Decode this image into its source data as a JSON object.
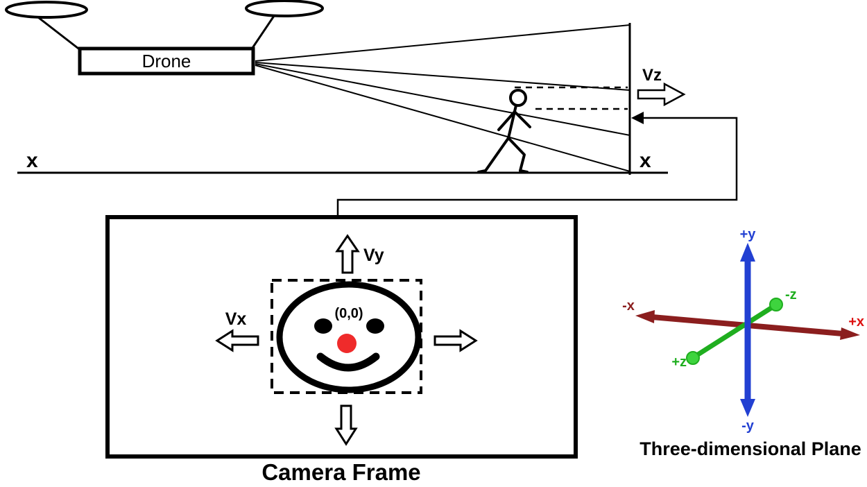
{
  "figure": {
    "drone": {
      "label": "Drone"
    },
    "scene": {
      "vz_label": "Vz",
      "ground_left_label": "x",
      "ground_right_label": "x"
    },
    "camera_frame": {
      "title": "Camera Frame",
      "vy_label": "Vy",
      "vx_label": "Vx",
      "origin_label": "(0,0)"
    },
    "axes3d": {
      "title": "Three-dimensional Plane",
      "pos_y_label": "+y",
      "neg_y_label": "-y",
      "pos_x_label": "+x",
      "neg_x_label": "-x",
      "pos_z_label": "+z",
      "neg_z_label": "-z"
    },
    "colors": {
      "y_axis": "#2240d2",
      "x_axis": "#8b1e1e",
      "x_pos_label": "#dd1111",
      "z_axis": "#1fae1f",
      "z_ball": "#3ed43e",
      "nose": "#ef2b2b"
    }
  }
}
